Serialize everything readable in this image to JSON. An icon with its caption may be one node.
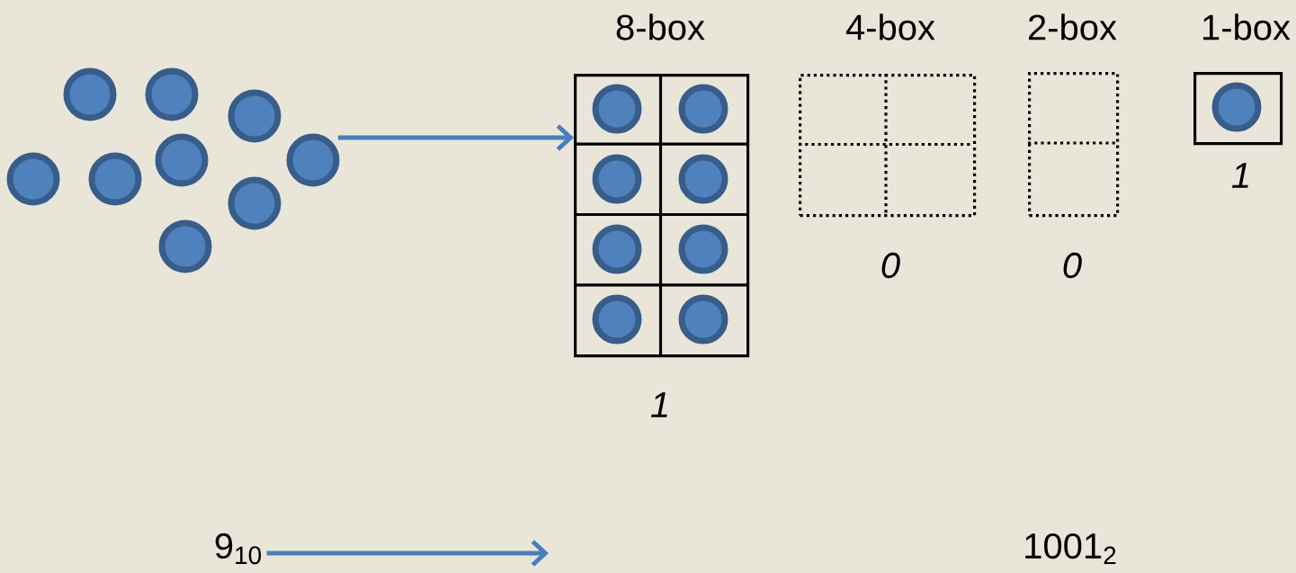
{
  "diagram": {
    "nodes": [
      {
        "text": [],
        "shape": "picture"
      },
      {
        "text": [
          "8-box"
        ],
        "beside": [
          "1"
        ]
      },
      {
        "text": [
          "4-box"
        ],
        "beside": [
          "0"
        ]
      },
      {
        "text": [
          "2-box"
        ],
        "beside": [
          "0"
        ]
      },
      {
        "text": [
          "1-box"
        ],
        "beside": [
          "1"
        ]
      },
      {
        "text": [
          "9$_{10}$"
        ]
      }
    ],
    "edges": [
      {
        "from": 0,
        "to": 1,
        "arrow": "to"
      },
      {
        "from": 5,
        "to": null,
        "arrow": "to"
      }
    ],
    "labels": [
      "1001$_{2}$"
    ]
  }
}
